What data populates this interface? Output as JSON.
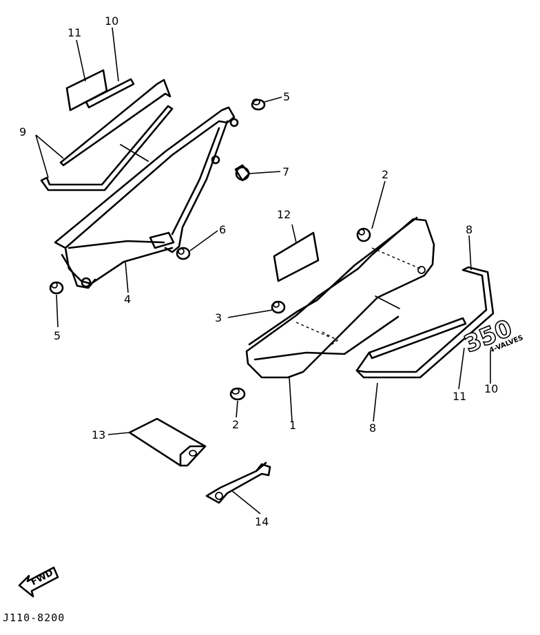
{
  "labels": {
    "p1": "1",
    "p2a": "2",
    "p2b": "2",
    "p3": "3",
    "p4": "4",
    "p5a": "5",
    "p5b": "5",
    "p6": "6",
    "p7": "7",
    "p8a": "8",
    "p8b": "8",
    "p9": "9",
    "p10a": "10",
    "p10b": "10",
    "p11a": "11",
    "p11b": "11",
    "p12": "12",
    "p13": "13",
    "p14": "14"
  },
  "emblem": {
    "number": "350",
    "sub": "4-VALVES"
  },
  "fwd_label": "FWD",
  "drawing_code": "J110-8200"
}
